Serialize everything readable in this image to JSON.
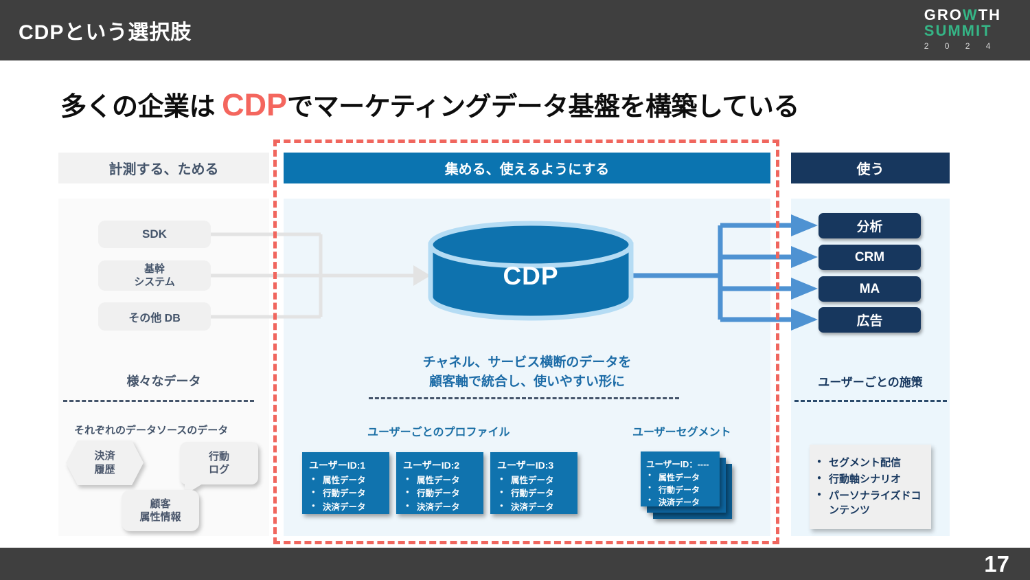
{
  "topbar": {
    "title": "CDPという選択肢"
  },
  "logo": {
    "growth_pre": "GRO",
    "growth_w": "W",
    "growth_post": "TH",
    "summit": "SUMMIT",
    "year": "2 0 2 4"
  },
  "main_title": {
    "prefix": "多くの企業は ",
    "highlight": "CDP",
    "suffix": "でマーケティングデータ基盤を構築している"
  },
  "left": {
    "header": "計測する、ためる",
    "sources": [
      [
        "SDK"
      ],
      [
        "基幹",
        "システム"
      ],
      [
        "その他 DB"
      ]
    ],
    "caption": "様々なデータ",
    "subcaption": "それぞれのデータソースのデータ",
    "shapes": [
      [
        "決済",
        "履歴"
      ],
      [
        "行動",
        "ログ"
      ],
      [
        "顧客",
        "属性情報"
      ]
    ]
  },
  "middle": {
    "header": "集める、使えるようにする",
    "db_label": "CDP",
    "description": [
      "チャネル、サービス横断のデータを",
      "顧客軸で統合し、使いやすい形に"
    ],
    "profile_label": "ユーザーごとのプロファイル",
    "segment_label": "ユーザーセグメント",
    "profiles": [
      {
        "title": "ユーザーID:1",
        "items": [
          "属性データ",
          "行動データ",
          "決済データ"
        ]
      },
      {
        "title": "ユーザーID:2",
        "items": [
          "属性データ",
          "行動データ",
          "決済データ"
        ]
      },
      {
        "title": "ユーザーID:3",
        "items": [
          "属性データ",
          "行動データ",
          "決済データ"
        ]
      }
    ],
    "segment": {
      "title": "ユーザーID：----",
      "items": [
        "属性データ",
        "行動データ",
        "決済データ"
      ]
    }
  },
  "right": {
    "header": "使う",
    "destinations": [
      "分析",
      "CRM",
      "MA",
      "広告"
    ],
    "caption": "ユーザーごとの施策",
    "actions": [
      "セグメント配信",
      "行動軸シナリオ",
      "パーソナライズドコンテンツ"
    ]
  },
  "footer": {
    "page_number": "17"
  },
  "colors": {
    "accent_red": "#f4665e",
    "bar_gray": "#3f3f3f",
    "mid_blue": "#0b74b0",
    "navy": "#17375e",
    "arrow_blue": "#4e92d2",
    "cylinder_blue": "#0e72ae",
    "cylinder_rim": "#b5dcf4",
    "slate_text": "#44546a",
    "logo_green": "#35b586"
  }
}
